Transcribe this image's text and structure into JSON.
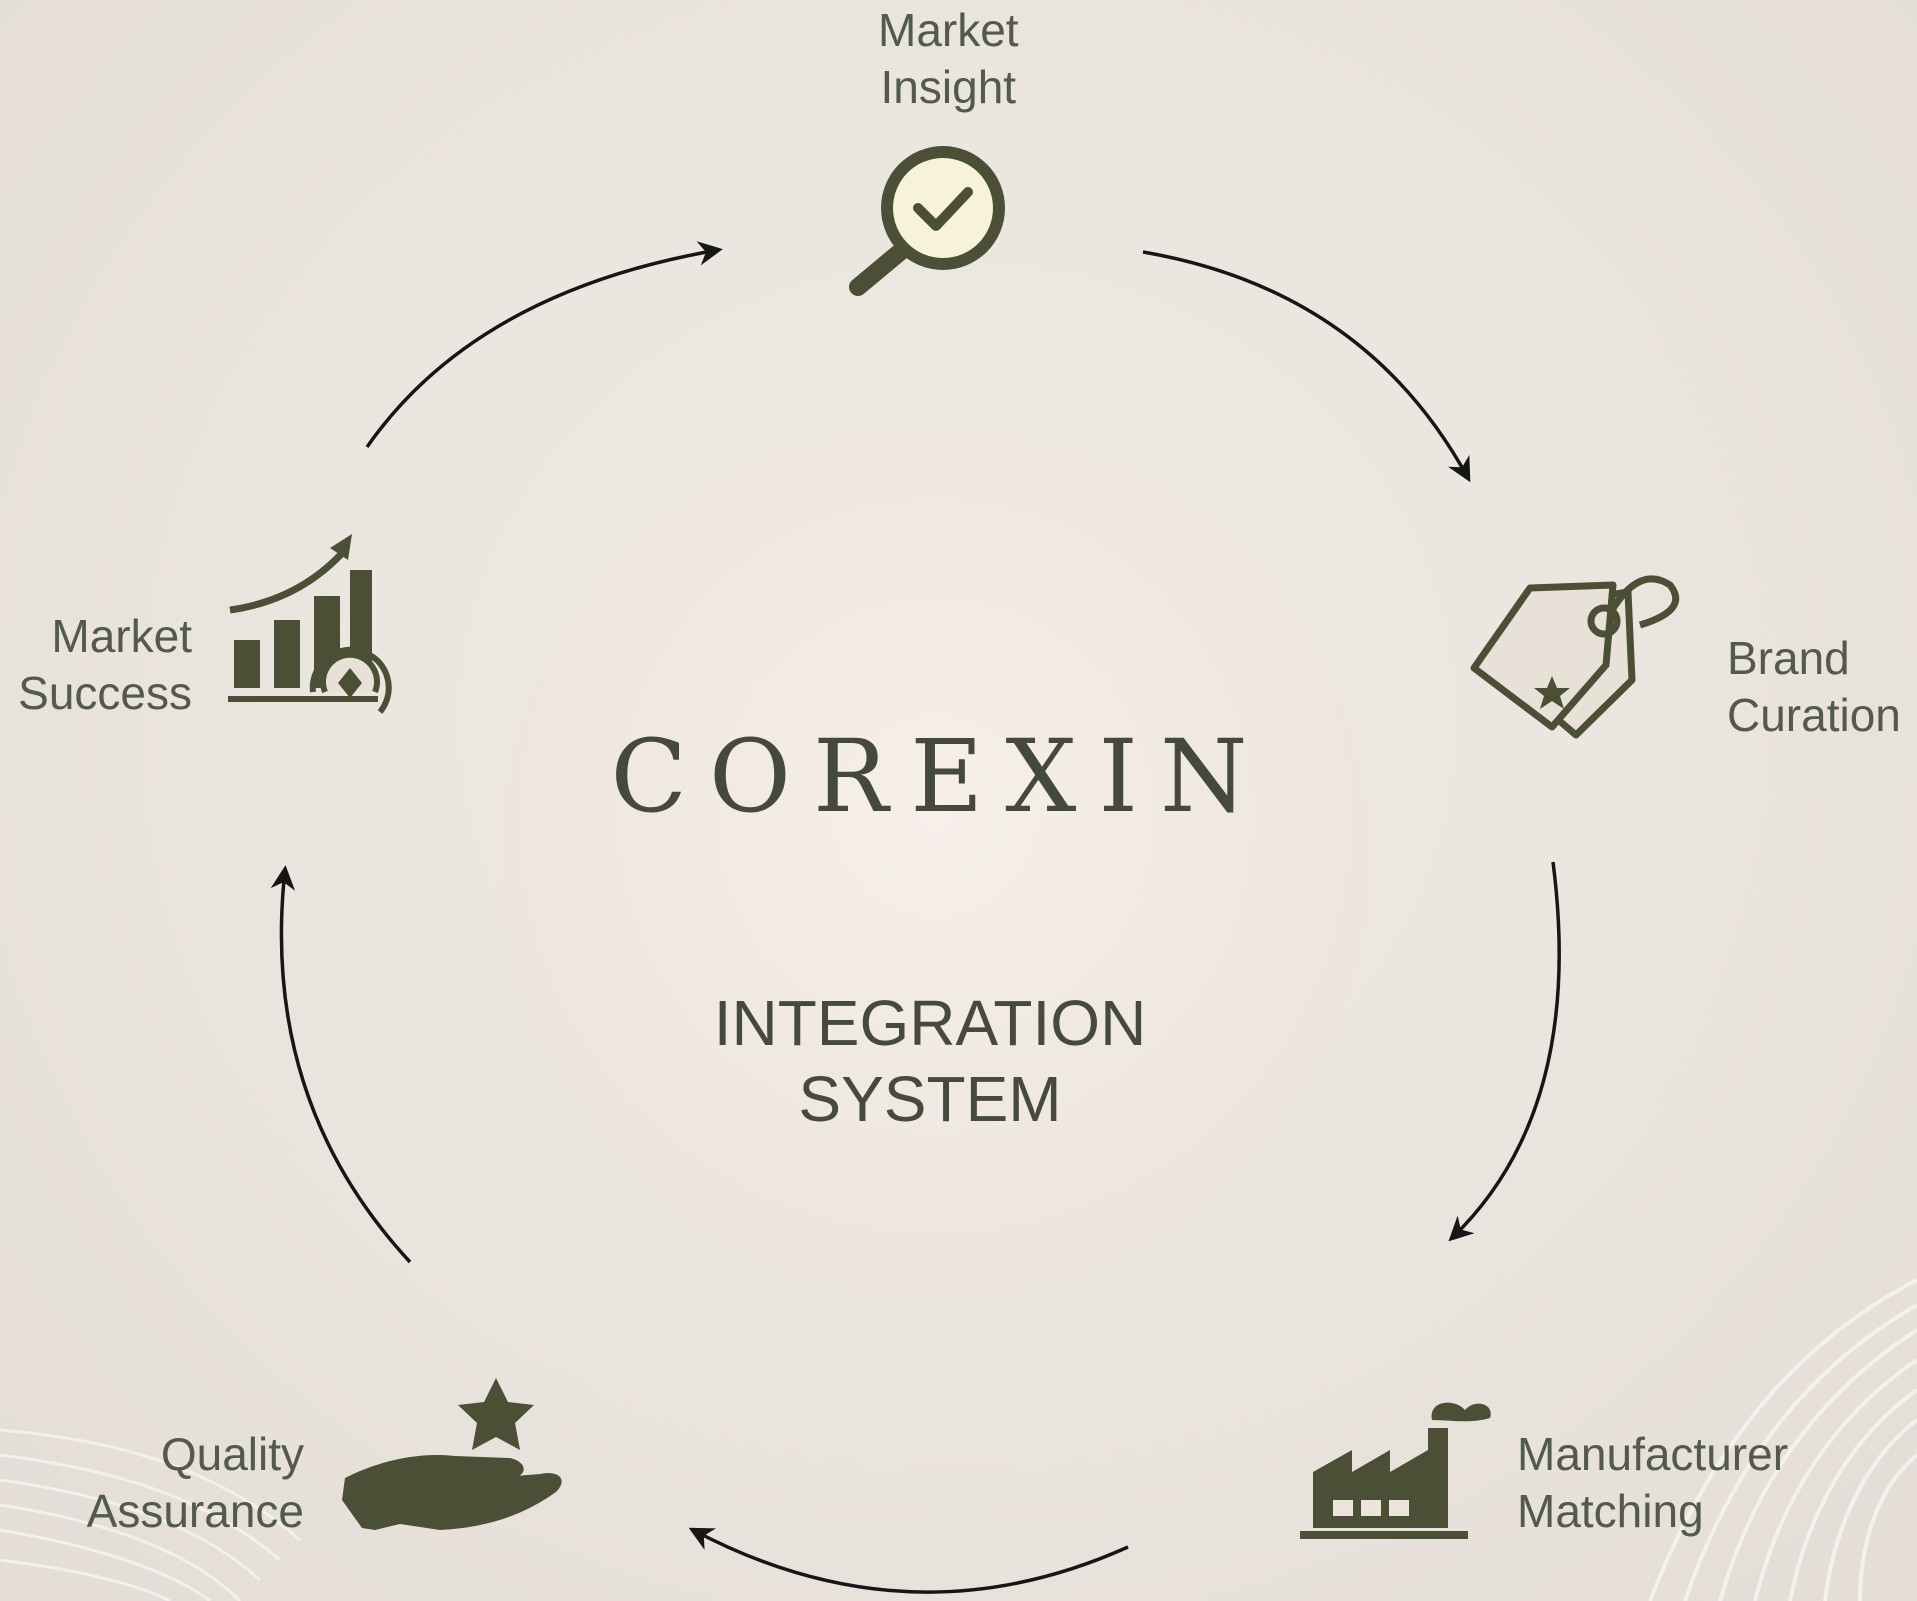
{
  "diagram": {
    "brand": "COREXIN",
    "subtitle_line1": "INTEGRATION",
    "subtitle_line2": "SYSTEM",
    "accent_color": "#4a4f36",
    "arrow_color": "#161616",
    "nodes": [
      {
        "line1": "Market",
        "line2": "Insight",
        "icon": "magnifier-check-icon"
      },
      {
        "line1": "Brand",
        "line2": "Curation",
        "icon": "price-tags-star-icon"
      },
      {
        "line1": "Manufacturer",
        "line2": "Matching",
        "icon": "factory-icon"
      },
      {
        "line1": "Quality",
        "line2": "Assurance",
        "icon": "hand-star-icon"
      },
      {
        "line1": "Market",
        "line2": "Success",
        "icon": "growth-chart-icon"
      }
    ]
  }
}
